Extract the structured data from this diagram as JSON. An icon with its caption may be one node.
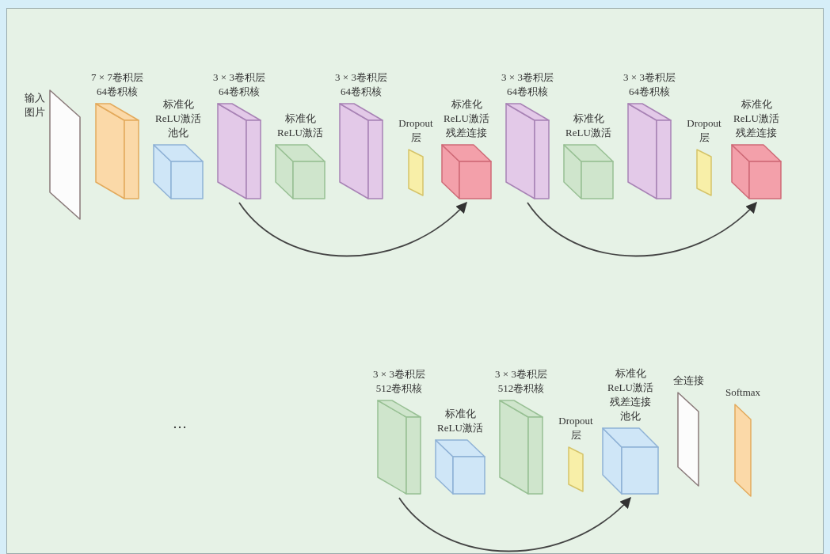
{
  "diagram": {
    "nodes": [
      {
        "text": [
          "输入",
          "图片"
        ]
      },
      {
        "text": [
          "7 × 7卷积层",
          "64卷积核"
        ]
      },
      {
        "text": [
          "标准化",
          "ReLU激活",
          "池化"
        ]
      },
      {
        "text": [
          "3 × 3卷积层",
          "64卷积核"
        ]
      },
      {
        "text": [
          "标准化",
          "ReLU激活"
        ]
      },
      {
        "text": [
          "3 × 3卷积层",
          "64卷积核"
        ]
      },
      {
        "text": [
          "Dropout",
          "层"
        ]
      },
      {
        "text": [
          "标准化",
          "ReLU激活",
          "残差连接"
        ]
      },
      {
        "text": [
          "3 × 3卷积层",
          "64卷积核"
        ]
      },
      {
        "text": [
          "标准化",
          "ReLU激活"
        ]
      },
      {
        "text": [
          "3 × 3卷积层",
          "64卷积核"
        ]
      },
      {
        "text": [
          "Dropout",
          "层"
        ]
      },
      {
        "text": [
          "标准化",
          "ReLU激活",
          "残差连接"
        ]
      },
      {
        "text": [
          "3 × 3卷积层",
          "512卷积核"
        ]
      },
      {
        "text": [
          "标准化",
          "ReLU激活"
        ]
      },
      {
        "text": [
          "3 × 3卷积层",
          "512卷积核"
        ]
      },
      {
        "text": [
          "Dropout",
          "层"
        ]
      },
      {
        "text": [
          "标准化",
          "ReLU激活",
          "残差连接",
          "池化"
        ]
      },
      {
        "text": [
          "全连接"
        ]
      },
      {
        "text": [
          "Softmax"
        ]
      }
    ],
    "edges": [
      {
        "from": 3,
        "to": 7,
        "arrow": "to"
      },
      {
        "from": 8,
        "to": 12,
        "arrow": "to"
      },
      {
        "from": 13,
        "to": 17,
        "arrow": "to"
      }
    ],
    "labels": [
      "…"
    ]
  }
}
